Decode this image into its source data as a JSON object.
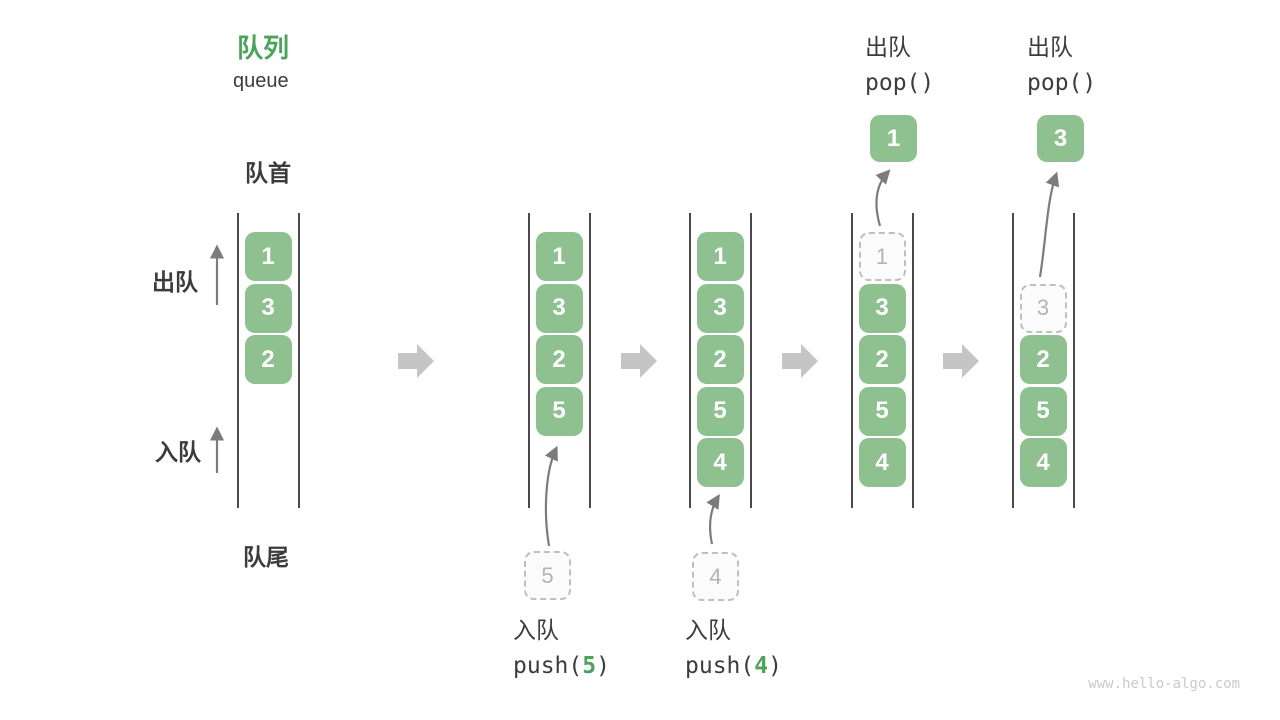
{
  "title": {
    "zh": "队列",
    "en": "queue"
  },
  "side_labels": {
    "front": "队首",
    "rear": "队尾",
    "dequeue": "出队",
    "enqueue": "入队"
  },
  "watermark": "www.hello-algo.com",
  "colors": {
    "box_green": "#8FC08F",
    "accent_green": "#4AA45A",
    "line_dark": "#4A4A4A",
    "arrow_gray": "#7C7C7C",
    "block_arrow_gray": "#C5C5C5",
    "dashed_border": "#BFBFBF",
    "dashed_text": "#B3B3B3",
    "text_dark": "#3C3C3C",
    "watermark_gray": "#CACACA",
    "background": "#FFFFFF"
  },
  "queues": [
    {
      "name": "state-initial",
      "cells": [
        {
          "slot": 0,
          "value": "1",
          "style": "solid"
        },
        {
          "slot": 1,
          "value": "3",
          "style": "solid"
        },
        {
          "slot": 2,
          "value": "2",
          "style": "solid"
        }
      ]
    },
    {
      "name": "state-after-push-5",
      "cells": [
        {
          "slot": 0,
          "value": "1",
          "style": "solid"
        },
        {
          "slot": 1,
          "value": "3",
          "style": "solid"
        },
        {
          "slot": 2,
          "value": "2",
          "style": "solid"
        },
        {
          "slot": 3,
          "value": "5",
          "style": "solid"
        }
      ]
    },
    {
      "name": "state-after-push-4",
      "cells": [
        {
          "slot": 0,
          "value": "1",
          "style": "solid"
        },
        {
          "slot": 1,
          "value": "3",
          "style": "solid"
        },
        {
          "slot": 2,
          "value": "2",
          "style": "solid"
        },
        {
          "slot": 3,
          "value": "5",
          "style": "solid"
        },
        {
          "slot": 4,
          "value": "4",
          "style": "solid"
        }
      ]
    },
    {
      "name": "state-after-pop-1",
      "cells": [
        {
          "slot": 0,
          "value": "1",
          "style": "dashed"
        },
        {
          "slot": 1,
          "value": "3",
          "style": "solid"
        },
        {
          "slot": 2,
          "value": "2",
          "style": "solid"
        },
        {
          "slot": 3,
          "value": "5",
          "style": "solid"
        },
        {
          "slot": 4,
          "value": "4",
          "style": "solid"
        }
      ]
    },
    {
      "name": "state-after-pop-3",
      "cells": [
        {
          "slot": 1,
          "value": "3",
          "style": "dashed"
        },
        {
          "slot": 2,
          "value": "2",
          "style": "solid"
        },
        {
          "slot": 3,
          "value": "5",
          "style": "solid"
        },
        {
          "slot": 4,
          "value": "4",
          "style": "solid"
        }
      ]
    }
  ],
  "push_ops": [
    {
      "label": "入队",
      "code_prefix": "push(",
      "value": "5",
      "code_suffix": ")"
    },
    {
      "label": "入队",
      "code_prefix": "push(",
      "value": "4",
      "code_suffix": ")"
    }
  ],
  "pop_ops": [
    {
      "label": "出队",
      "code": "pop()",
      "value": "1"
    },
    {
      "label": "出队",
      "code": "pop()",
      "value": "3"
    }
  ]
}
